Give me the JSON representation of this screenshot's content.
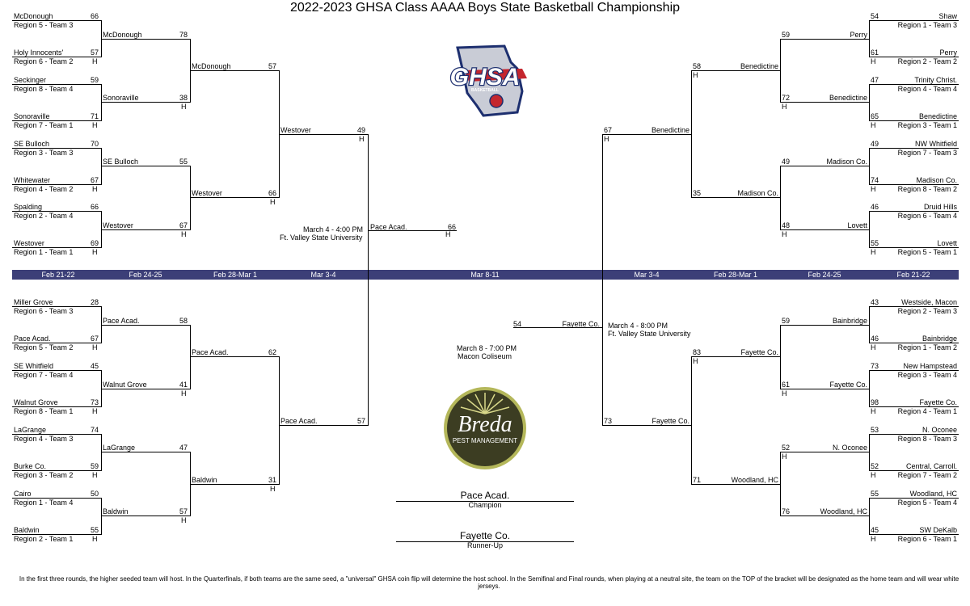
{
  "title": "2022-2023 GHSA Class AAAA Boys State Basketball Championship",
  "dates_left": [
    "Feb 21-22",
    "Feb 24-25",
    "Feb 28-Mar 1",
    "Mar 3-4"
  ],
  "dates_center": "Mar 8-11",
  "dates_right": [
    "Mar 3-4",
    "Feb 28-Mar 1",
    "Feb 24-25",
    "Feb 21-22"
  ],
  "host_mark": "H",
  "r1_left": [
    {
      "name": "McDonough",
      "score": "66",
      "seed": "Region 5 - Team 3",
      "host": ""
    },
    {
      "name": "Holy Innocents'",
      "score": "57",
      "seed": "Region 6 - Team 2",
      "host": "H"
    },
    {
      "name": "Seckinger",
      "score": "59",
      "seed": "Region 8 - Team 4",
      "host": ""
    },
    {
      "name": "Sonoraville",
      "score": "71",
      "seed": "Region 7 - Team 1",
      "host": "H"
    },
    {
      "name": "SE Bulloch",
      "score": "70",
      "seed": "Region 3 - Team 3",
      "host": ""
    },
    {
      "name": "Whitewater",
      "score": "67",
      "seed": "Region 4 - Team 2",
      "host": "H"
    },
    {
      "name": "Spalding",
      "score": "66",
      "seed": "Region 2 - Team 4",
      "host": ""
    },
    {
      "name": "Westover",
      "score": "69",
      "seed": "Region 1 - Team 1",
      "host": "H"
    },
    {
      "name": "Miller Grove",
      "score": "28",
      "seed": "Region 6 - Team 3",
      "host": ""
    },
    {
      "name": "Pace Acad.",
      "score": "67",
      "seed": "Region 5 - Team 2",
      "host": "H"
    },
    {
      "name": "SE Whitfield",
      "score": "45",
      "seed": "Region 7 - Team 4",
      "host": ""
    },
    {
      "name": "Walnut Grove",
      "score": "73",
      "seed": "Region 8 - Team 1",
      "host": "H"
    },
    {
      "name": "LaGrange",
      "score": "74",
      "seed": "Region 4 - Team 3",
      "host": ""
    },
    {
      "name": "Burke Co.",
      "score": "59",
      "seed": "Region 3 - Team 2",
      "host": "H"
    },
    {
      "name": "Cairo",
      "score": "50",
      "seed": "Region 1 - Team 4",
      "host": ""
    },
    {
      "name": "Baldwin",
      "score": "55",
      "seed": "Region 2 - Team 1",
      "host": "H"
    }
  ],
  "r2_left": [
    {
      "name": "McDonough",
      "score": "78",
      "host": ""
    },
    {
      "name": "Sonoraville",
      "score": "38",
      "host": "H"
    },
    {
      "name": "SE Bulloch",
      "score": "55",
      "host": ""
    },
    {
      "name": "Westover",
      "score": "67",
      "host": "H"
    },
    {
      "name": "Pace Acad.",
      "score": "58",
      "host": ""
    },
    {
      "name": "Walnut Grove",
      "score": "41",
      "host": "H"
    },
    {
      "name": "LaGrange",
      "score": "47",
      "host": ""
    },
    {
      "name": "Baldwin",
      "score": "57",
      "host": "H"
    }
  ],
  "r3_left": [
    {
      "name": "McDonough",
      "score": "57",
      "host": ""
    },
    {
      "name": "Westover",
      "score": "66",
      "host": "H"
    },
    {
      "name": "Pace Acad.",
      "score": "62",
      "host": ""
    },
    {
      "name": "Baldwin",
      "score": "31",
      "host": "H"
    }
  ],
  "r4_left": [
    {
      "name": "Westover",
      "score": "49",
      "host": "H"
    },
    {
      "name": "Pace Acad.",
      "score": "57",
      "host": ""
    }
  ],
  "r1_right": [
    {
      "name": "Shaw",
      "score": "54",
      "seed": "Region 1 - Team 3",
      "host": ""
    },
    {
      "name": "Perry",
      "score": "61",
      "seed": "Region 2 - Team 2",
      "host": "H"
    },
    {
      "name": "Trinity Christ.",
      "score": "47",
      "seed": "Region 4 - Team 4",
      "host": ""
    },
    {
      "name": "Benedictine",
      "score": "65",
      "seed": "Region 3 - Team 1",
      "host": "H"
    },
    {
      "name": "NW Whitfield",
      "score": "49",
      "seed": "Region 7 - Team 3",
      "host": ""
    },
    {
      "name": "Madison Co.",
      "score": "74",
      "seed": "Region 8 - Team 2",
      "host": "H"
    },
    {
      "name": "Druid Hills",
      "score": "46",
      "seed": "Region 6 - Team 4",
      "host": ""
    },
    {
      "name": "Lovett",
      "score": "55",
      "seed": "Region 5 - Team 1",
      "host": "H"
    },
    {
      "name": "Westside, Macon",
      "score": "43",
      "seed": "Region 2 - Team 3",
      "host": ""
    },
    {
      "name": "Bainbridge",
      "score": "46",
      "seed": "Region 1 - Team 2",
      "host": "H"
    },
    {
      "name": "New Hampstead",
      "score": "73",
      "seed": "Region 3 - Team 4",
      "host": ""
    },
    {
      "name": "Fayette Co.",
      "score": "98",
      "seed": "Region 4 - Team 1",
      "host": "H"
    },
    {
      "name": "N. Oconee",
      "score": "53",
      "seed": "Region 8 - Team 3",
      "host": ""
    },
    {
      "name": "Central, Carroll.",
      "score": "52",
      "seed": "Region 7 - Team 2",
      "host": "H"
    },
    {
      "name": "Woodland, HC",
      "score": "55",
      "seed": "Region 5 - Team 4",
      "host": ""
    },
    {
      "name": "SW DeKalb",
      "score": "45",
      "seed": "Region 6 - Team 1",
      "host": "H"
    }
  ],
  "r2_right": [
    {
      "name": "Perry",
      "score": "59",
      "host": ""
    },
    {
      "name": "Benedictine",
      "score": "72",
      "host": "H"
    },
    {
      "name": "Madison Co.",
      "score": "49",
      "host": ""
    },
    {
      "name": "Lovett",
      "score": "48",
      "host": "H"
    },
    {
      "name": "Bainbridge",
      "score": "59",
      "host": ""
    },
    {
      "name": "Fayette Co.",
      "score": "61",
      "host": "H"
    },
    {
      "name": "N. Oconee",
      "score": "52",
      "host": "H"
    },
    {
      "name": "Woodland, HC",
      "score": "76",
      "host": ""
    }
  ],
  "r3_right": [
    {
      "name": "Benedictine",
      "score": "58",
      "host": "H"
    },
    {
      "name": "Madison Co.",
      "score": "35",
      "host": ""
    },
    {
      "name": "Fayette Co.",
      "score": "83",
      "host": "H"
    },
    {
      "name": "Woodland, HC",
      "score": "71",
      "host": ""
    }
  ],
  "r4_right": [
    {
      "name": "Benedictine",
      "score": "67",
      "host": "H"
    },
    {
      "name": "Fayette Co.",
      "score": "73",
      "host": ""
    }
  ],
  "semi_left": {
    "date": "March 4 - 4:00 PM",
    "venue": "Ft. Valley State University",
    "winner": "Pace Acad.",
    "score": "66",
    "host": "H"
  },
  "semi_right": {
    "date": "March 4 - 8:00 PM",
    "venue": "Ft. Valley State University",
    "winner": "Fayette Co.",
    "score": "54"
  },
  "final": {
    "date": "March 8 - 7:00 PM",
    "venue": "Macon Coliseum"
  },
  "champion": {
    "name": "Pace Acad.",
    "label": "Champion"
  },
  "runner_up": {
    "name": "Fayette Co.",
    "label": "Runner-Up"
  },
  "ghsa_logo": {
    "text": "GHSA",
    "subtext": "BASKETBALL",
    "colors": {
      "navy": "#1d2f6f",
      "red": "#c4262e",
      "silver": "#c9ccd6"
    }
  },
  "sponsor_logo": {
    "text": "Breda",
    "subtext": "PEST MANAGEMENT",
    "colors": {
      "dark": "#3c3d22",
      "gold": "#b4b75a"
    }
  },
  "footnote": "In the first three rounds, the higher seeded team will host. In the Quarterfinals, if both teams are the same seed, a \"universal\" GHSA coin flip will determine the host school. In the Semifinal and Final rounds, when playing at a neutral site, the team on the TOP of the bracket will be designated as the home team and will wear white jerseys."
}
